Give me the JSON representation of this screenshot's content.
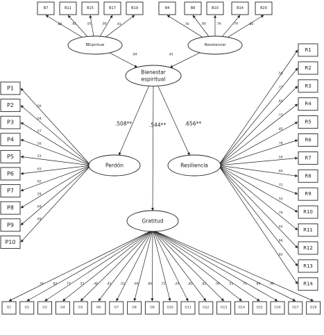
{
  "colors": {
    "stroke": "#222222",
    "background": "#ffffff"
  },
  "latents": {
    "bienestar": {
      "line1": "Bienestar",
      "line2": "espiritual"
    },
    "perdon": {
      "label": "Perdón"
    },
    "resiliencia": {
      "label": "Resiliencia"
    },
    "gratitud": {
      "label": "Gratitud"
    },
    "bespiritual": {
      "label": "BEspiritual"
    },
    "bexistencial": {
      "label": "Bexistencial"
    }
  },
  "structural_paths": {
    "bienestar_perdon": ".508**",
    "bienestar_gratitud": ".544**",
    "bienestar_resiliencia": ".656**",
    "bespiritual_bienestar": ".84",
    "bexistencial_bienestar": ".45"
  },
  "bespiritual_indicators": [
    {
      "label": "B7",
      "loading": ".88"
    },
    {
      "label": "B11",
      "loading": ".85"
    },
    {
      "label": "B15",
      "loading": ".91"
    },
    {
      "label": "B17",
      "loading": ".90"
    },
    {
      "label": "B19",
      "loading": ".91"
    }
  ],
  "bexistencial_indicators": [
    {
      "label": "B4",
      "loading": ".76"
    },
    {
      "label": "B8",
      "loading": ".80"
    },
    {
      "label": "B10",
      "loading": ".76"
    },
    {
      "label": "B14",
      "loading": ".74"
    },
    {
      "label": "B20",
      "loading": ".80"
    }
  ],
  "perdon_indicators": [
    {
      "label": "P1",
      "loading": ".56"
    },
    {
      "label": "P2",
      "loading": ".64"
    },
    {
      "label": "P3",
      "loading": ".57"
    },
    {
      "label": "P4",
      "loading": ".56"
    },
    {
      "label": "P5",
      "loading": ".53"
    },
    {
      "label": "P6",
      "loading": ".63"
    },
    {
      "label": "P7",
      "loading": ".65"
    },
    {
      "label": "P8",
      "loading": ".59"
    },
    {
      "label": "P9",
      "loading": ".64"
    },
    {
      "label": "P10",
      "loading": ".69"
    }
  ],
  "resiliencia_indicators": [
    {
      "label": "R1",
      "loading": ".56"
    },
    {
      "label": "R2",
      "loading": ".77"
    },
    {
      "label": "R3",
      "loading": ".60"
    },
    {
      "label": "R4",
      "loading": ".77"
    },
    {
      "label": "R5",
      "loading": ".85"
    },
    {
      "label": "R6",
      "loading": ".78"
    },
    {
      "label": "R7",
      "loading": ".59"
    },
    {
      "label": "R8",
      "loading": ".60"
    },
    {
      "label": "R9",
      "loading": ".72"
    },
    {
      "label": "R10",
      "loading": ".55"
    },
    {
      "label": "R11",
      "loading": ".79"
    },
    {
      "label": "R12",
      "loading": ".65"
    },
    {
      "label": "R13",
      "loading": ".84"
    },
    {
      "label": "R14",
      "loading": ".82"
    }
  ],
  "gratitud_indicators": [
    {
      "label": "G1",
      "loading": ".74"
    },
    {
      "label": "G2",
      "loading": ".82"
    },
    {
      "label": "G3",
      "loading": ".77"
    },
    {
      "label": "G4",
      "loading": ".57"
    },
    {
      "label": "G5",
      "loading": ".48"
    },
    {
      "label": "G6",
      "loading": ".42"
    },
    {
      "label": "G7",
      "loading": ".55"
    },
    {
      "label": "G8",
      "loading": ".60"
    },
    {
      "label": "G9",
      "loading": ".80"
    },
    {
      "label": "G10",
      "loading": ".72"
    },
    {
      "label": "G11",
      "loading": ".20"
    },
    {
      "label": "G12",
      "loading": ".82"
    },
    {
      "label": "G13",
      "loading": ".82"
    },
    {
      "label": "G14",
      "loading": ".54"
    },
    {
      "label": "G15",
      "loading": ".51"
    },
    {
      "label": "G16",
      "loading": ".75"
    },
    {
      "label": "G17",
      "loading": ".84"
    },
    {
      "label": "G18",
      "loading": ".48"
    }
  ]
}
